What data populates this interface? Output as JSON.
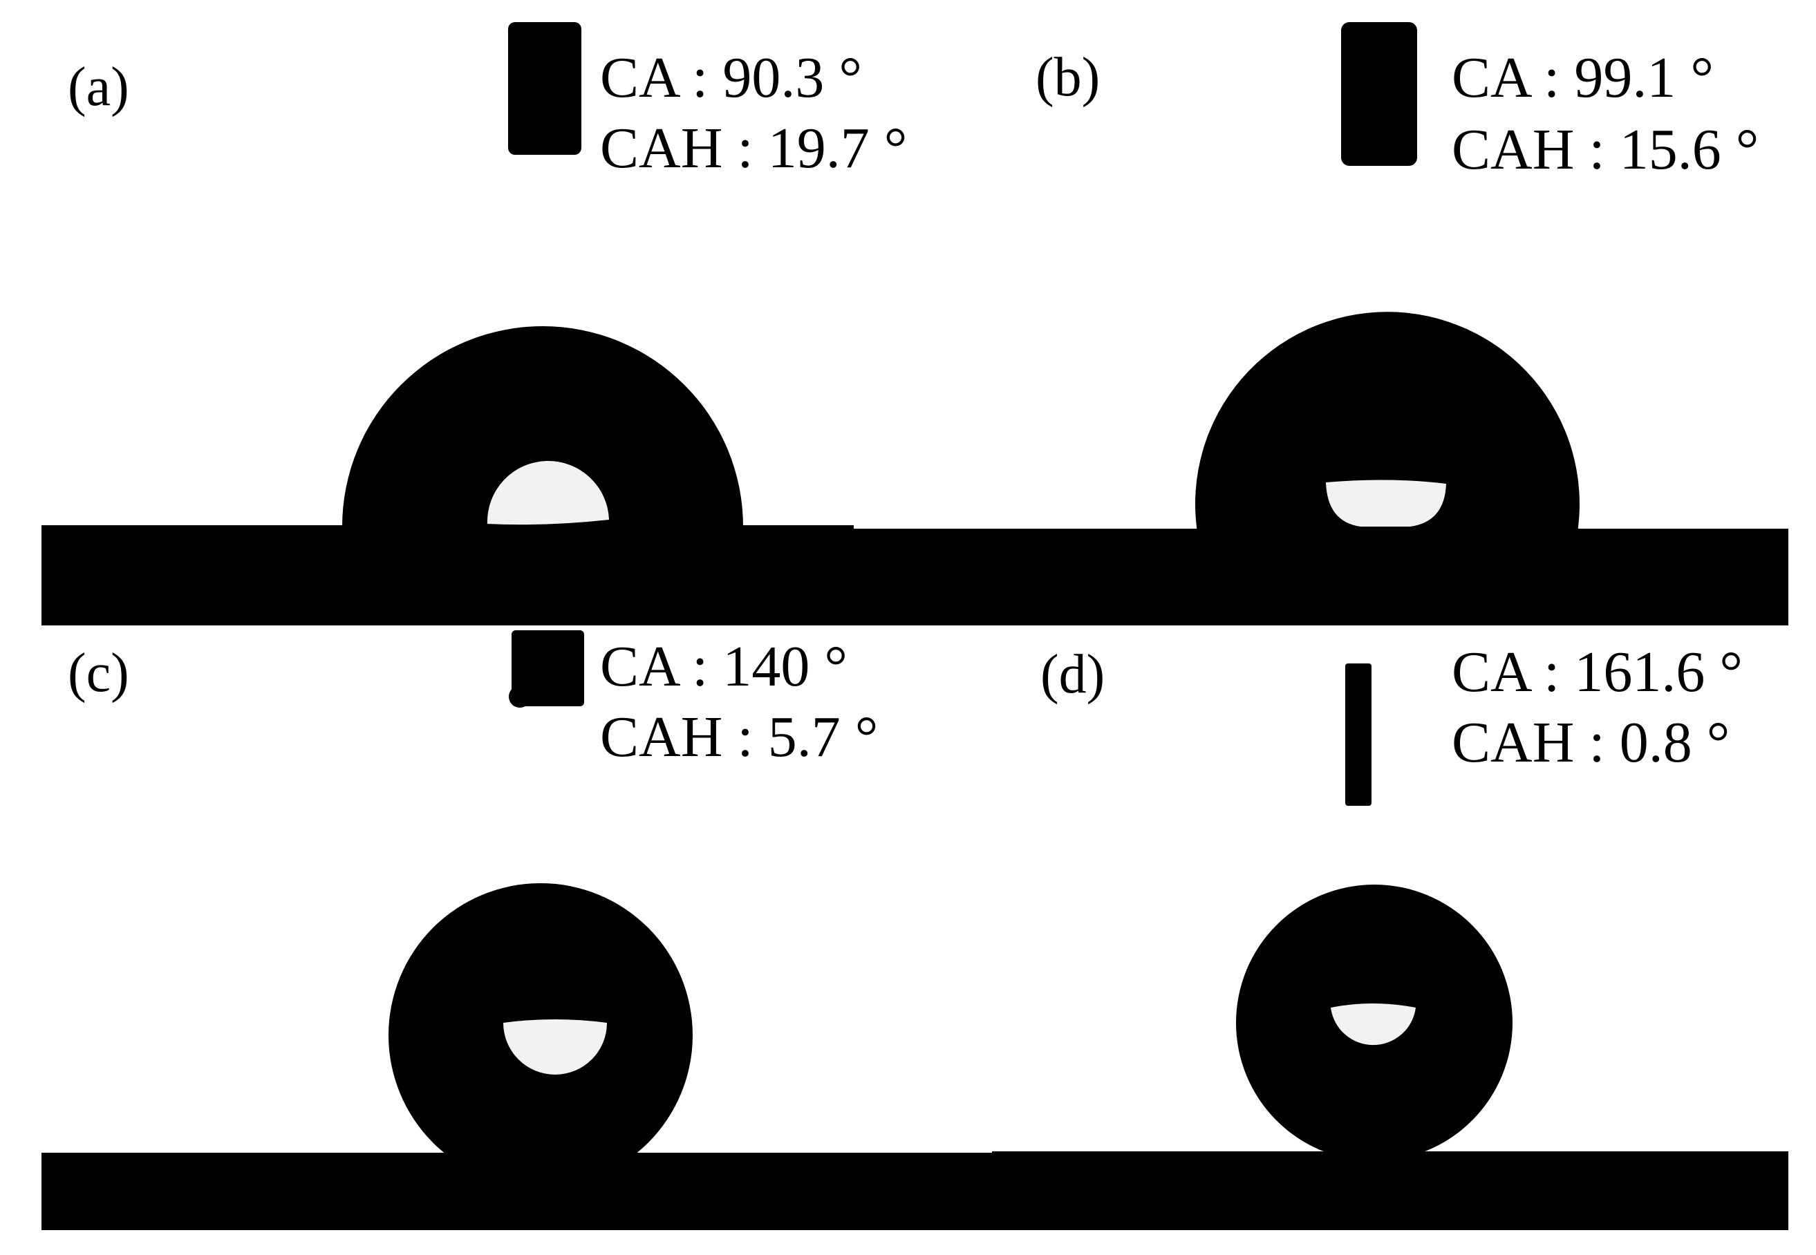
{
  "panels": [
    {
      "id": "a",
      "label": "(a)",
      "ca": "CA : 90.3 °",
      "cah": "CAH : 19.7 °"
    },
    {
      "id": "b",
      "label": "(b)",
      "ca": "CA : 99.1 °",
      "cah": "CAH : 15.6 °"
    },
    {
      "id": "c",
      "label": "(c)",
      "ca": "CA : 140 °",
      "cah": "CAH : 5.7 °"
    },
    {
      "id": "d",
      "label": "(d)",
      "ca": "CA : 161.6 °",
      "cah": "CAH : 0.8 °"
    }
  ],
  "colors": {
    "background": "#ffffff",
    "silhouette": "#000000",
    "highlight": "#f2f2f2"
  }
}
